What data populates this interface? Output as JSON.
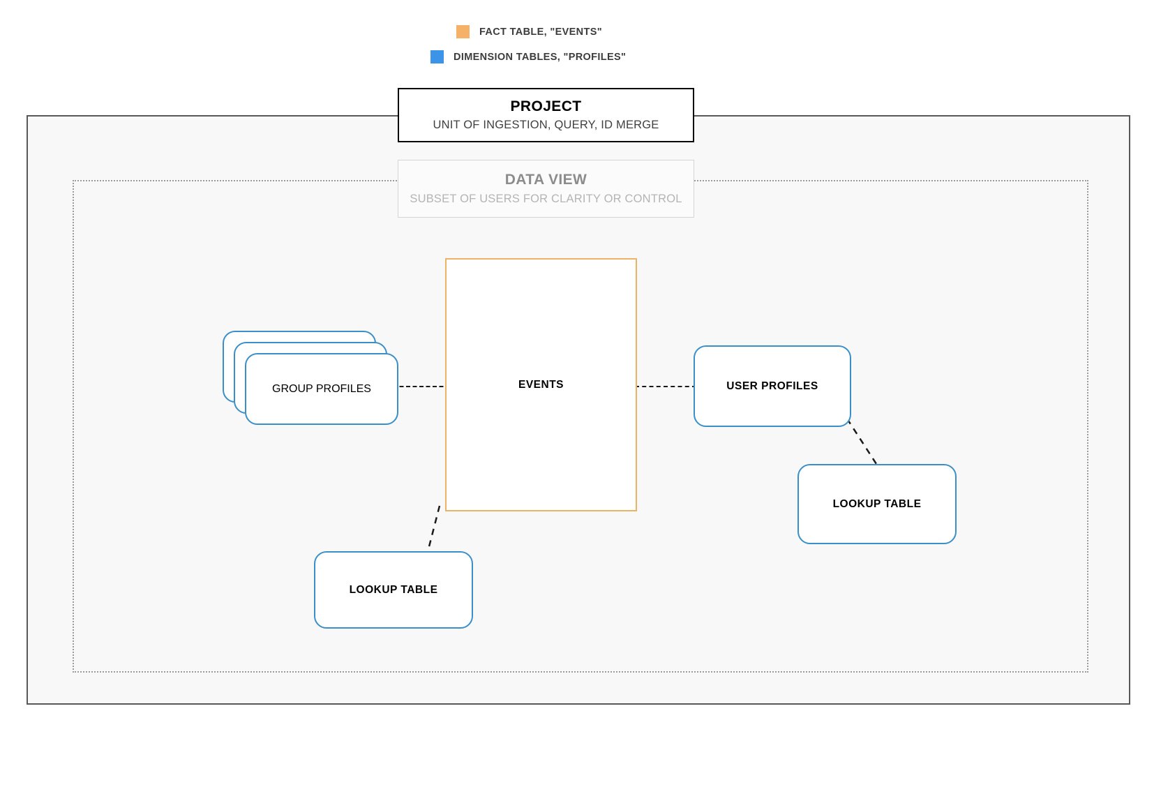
{
  "legend": {
    "items": [
      {
        "label": "FACT TABLE, \"EVENTS\"",
        "color": "#f5b168",
        "icon": "square-swatch-icon"
      },
      {
        "label": "DIMENSION TABLES, \"PROFILES\"",
        "color": "#3b94e8",
        "icon": "square-swatch-icon"
      }
    ]
  },
  "project": {
    "title": "PROJECT",
    "subtitle": "UNIT OF INGESTION, QUERY, ID MERGE",
    "border_color": "#000000"
  },
  "data_view": {
    "title": "DATA VIEW",
    "subtitle": "SUBSET OF USERS FOR CLARITY OR CONTROL",
    "border_color": "#d5d5d5",
    "text_color": "#8c8c8c"
  },
  "nodes": {
    "events": {
      "label": "EVENTS",
      "type": "fact-table",
      "color": "#eab464"
    },
    "group_profiles": {
      "label": "GROUP PROFILES",
      "type": "dimension-table-stack",
      "color": "#3b8fc9",
      "stack_count": 3
    },
    "user_profiles": {
      "label": "USER PROFILES",
      "type": "dimension-table",
      "color": "#3b8fc9"
    },
    "lookup_left": {
      "label": "LOOKUP TABLE",
      "type": "dimension-table",
      "color": "#3b8fc9"
    },
    "lookup_right": {
      "label": "LOOKUP TABLE",
      "type": "dimension-table",
      "color": "#3b8fc9"
    }
  },
  "connectors": [
    {
      "from": "group_profiles",
      "to": "events",
      "style": "dashed",
      "orientation": "horizontal"
    },
    {
      "from": "events",
      "to": "user_profiles",
      "style": "dashed",
      "orientation": "horizontal"
    },
    {
      "from": "events",
      "to": "lookup_left",
      "style": "dashed",
      "orientation": "diagonal"
    },
    {
      "from": "user_profiles",
      "to": "lookup_right",
      "style": "dashed",
      "orientation": "diagonal"
    }
  ],
  "frames": {
    "outer_fill": "#f8f8f8",
    "outer_border": "#58585a",
    "inner_border": "#9b9b9b"
  }
}
